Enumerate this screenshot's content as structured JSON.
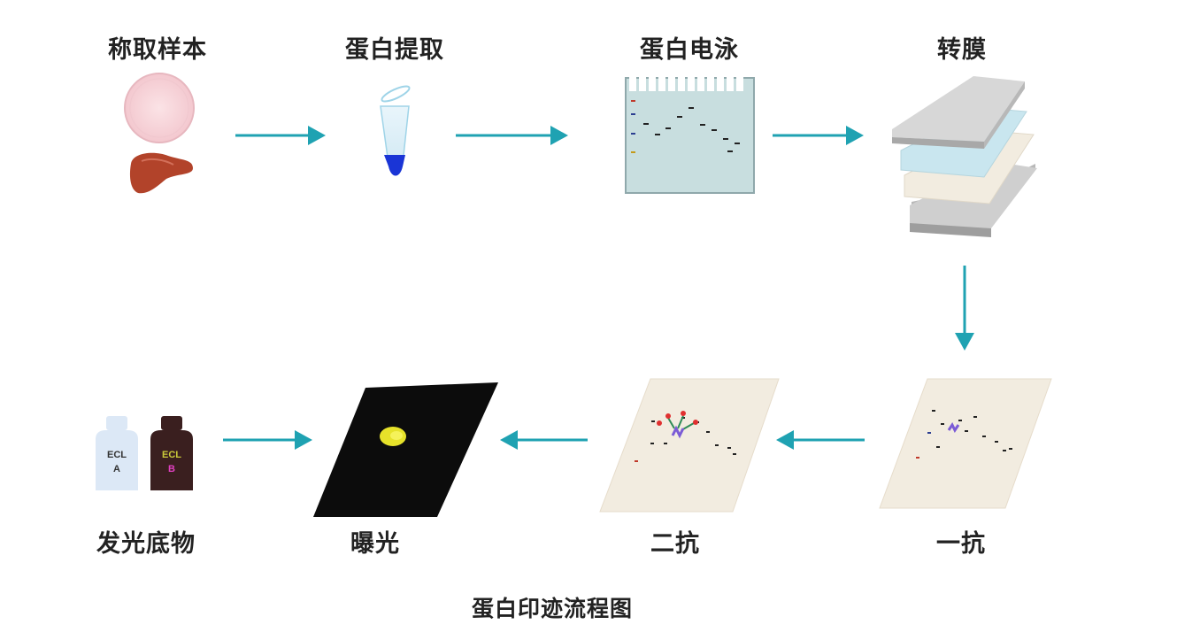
{
  "steps": [
    {
      "label": "称取样本"
    },
    {
      "label": "蛋白提取"
    },
    {
      "label": "蛋白电泳"
    },
    {
      "label": "转膜"
    },
    {
      "label": "一抗"
    },
    {
      "label": "二抗"
    },
    {
      "label": "曝光"
    },
    {
      "label": "发光底物"
    }
  ],
  "bottles": {
    "left_text": "ECL",
    "left_sub": "A",
    "right_text": "ECL",
    "right_sub": "B"
  },
  "caption": "蛋白印迹流程图",
  "colors": {
    "arrow": "#1fa2b2",
    "tube_fill": "#1a35d6",
    "film": "#0c0c0c",
    "membrane": "#f2ece0",
    "gel": "#c8dedf"
  }
}
